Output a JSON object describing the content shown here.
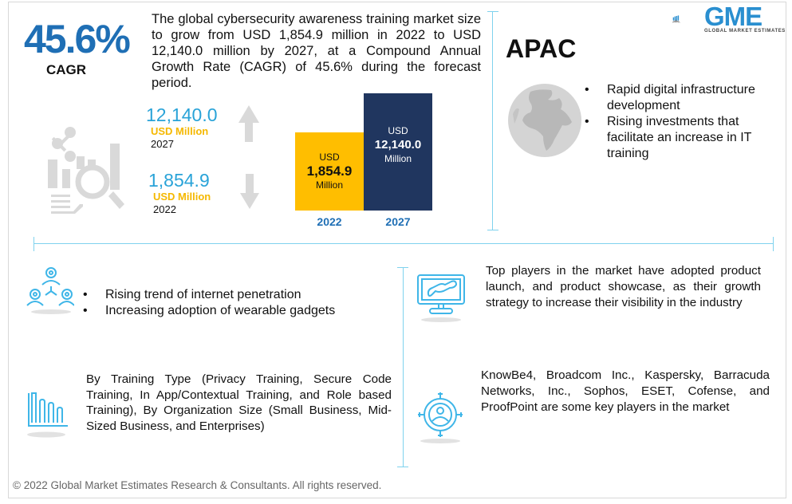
{
  "header": {
    "cagr_value": "45.6%",
    "cagr_label": "CAGR",
    "intro_text": "The global cybersecurity awareness training market size to grow from USD 1,854.9 million in 2022 to USD 12,140.0 million by 2027, at a Compound Annual Growth Rate (CAGR) of 45.6% during the forecast period."
  },
  "logo": {
    "text": "GME",
    "subtitle": "GLOBAL MARKET ESTIMATES"
  },
  "stats": [
    {
      "value": "12,140.0",
      "unit": "USD Million",
      "year": "2027",
      "trend": "up"
    },
    {
      "value": "1,854.9",
      "unit": "USD Million",
      "year": "2022",
      "trend": "down"
    }
  ],
  "colors": {
    "cagr_blue": "#1f6fb5",
    "stat_blue": "#29a3d8",
    "unit_yellow": "#f5b800",
    "bar_2022": "#ffbe00",
    "bar_2027": "#20365f",
    "divider": "#7fd2ee",
    "icon_blue": "#3fb6e8",
    "icon_gray": "#d9d9d9"
  },
  "chart_data": {
    "type": "bar",
    "title": "",
    "categories": [
      "2022",
      "2027"
    ],
    "values": [
      1854.9,
      12140.0
    ],
    "unit": "USD Million",
    "data_labels": [
      {
        "top": "USD",
        "value": "1,854.9",
        "bottom": "Million"
      },
      {
        "top": "USD",
        "value": "12,140.0",
        "bottom": "Million"
      }
    ],
    "xlabel": "",
    "ylabel": "",
    "grid": false,
    "legend": false
  },
  "region": {
    "title": "APAC",
    "bullets": [
      "Rapid digital infrastructure development",
      "Rising investments that facilitate an increase in IT training"
    ]
  },
  "drivers": {
    "bullets": [
      "Rising trend of internet penetration",
      "Increasing adoption of wearable gadgets"
    ]
  },
  "segmentation": {
    "text": "By Training Type (Privacy Training, Secure Code Training, In App/Contextual Training, and Role based Training), By Organization Size (Small Business, Mid-Sized Business, and Enterprises)"
  },
  "strategy": {
    "text": "Top players in the market have adopted product launch, and product showcase, as their growth strategy to increase their visibility in the industry"
  },
  "key_players": {
    "text": "KnowBe4, Broadcom Inc., Kaspersky, Barracuda Networks, Inc., Sophos, ESET, Cofense, and ProofPoint are some key players in the market"
  },
  "icons": {
    "analysis": "analysis-chart-magnifier-icon",
    "arrow_up": "arrow-up-icon",
    "arrow_down": "arrow-down-icon",
    "globe": "globe-icon",
    "drivers": "people-network-icon",
    "segmentation": "bar-chart-icon",
    "strategy": "monitor-trend-icon",
    "players": "target-user-icon"
  },
  "footer": {
    "copyright": "© 2022 Global Market Estimates Research & Consultants. All rights reserved."
  }
}
